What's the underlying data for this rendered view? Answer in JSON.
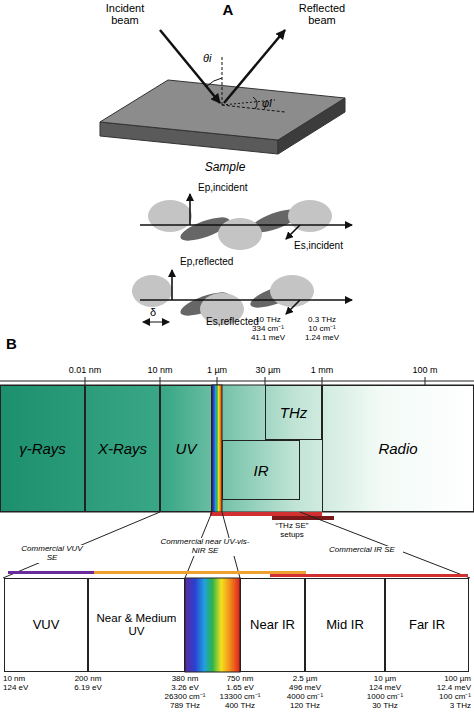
{
  "diagram": {
    "nodes": [
      {
        "text": [
          "Sample"
        ]
      },
      {
        "text": [
          "γ-Rays"
        ]
      },
      {
        "text": [
          "X-Rays"
        ]
      },
      {
        "text": [
          "UV"
        ]
      },
      {
        "text": [
          "THz"
        ]
      },
      {
        "text": [
          "IR"
        ]
      },
      {
        "text": [
          "Radio"
        ]
      },
      {
        "text": [
          "VUV"
        ]
      },
      {
        "text": [
          "Near & Medium UV"
        ]
      },
      {
        "text": [
          "Near IR"
        ]
      },
      {
        "text": [
          "Mid IR"
        ]
      },
      {
        "text": [
          "Far IR"
        ]
      }
    ],
    "labels": [
      "A",
      "Incident beam",
      "Reflected beam",
      "θi",
      "φi",
      "Ep,incident",
      "Es,incident",
      "Ep,reflected",
      "Es,reflected",
      "δ",
      "B",
      "0.01 nm",
      "10 nm",
      "1 µm",
      "30 µm",
      "1 mm",
      "100 m",
      "10 THz",
      "334 cm⁻¹",
      "41.1 meV",
      "0.3 THz",
      "10 cm⁻¹",
      "1.24 meV",
      "“THz SE” setups",
      "Commercial VUV SE",
      "Commercial near UV-vis-NIR SE",
      "Commercial IR SE",
      "10 nm",
      "124 eV",
      "200 nm",
      "6.19 eV",
      "380 nm",
      "3.26 eV",
      "26300 cm⁻¹",
      "789 THz",
      "750 nm",
      "1.65 eV",
      "13300 cm⁻¹",
      "400 THz",
      "2.5 µm",
      "496 meV",
      "4000 cm⁻¹",
      "120 THz",
      "10 µm",
      "124 meV",
      "1000 cm⁻¹",
      "30 THz",
      "100 µm",
      "12.4 meV",
      "100 cm⁻¹",
      "3 THz"
    ]
  }
}
